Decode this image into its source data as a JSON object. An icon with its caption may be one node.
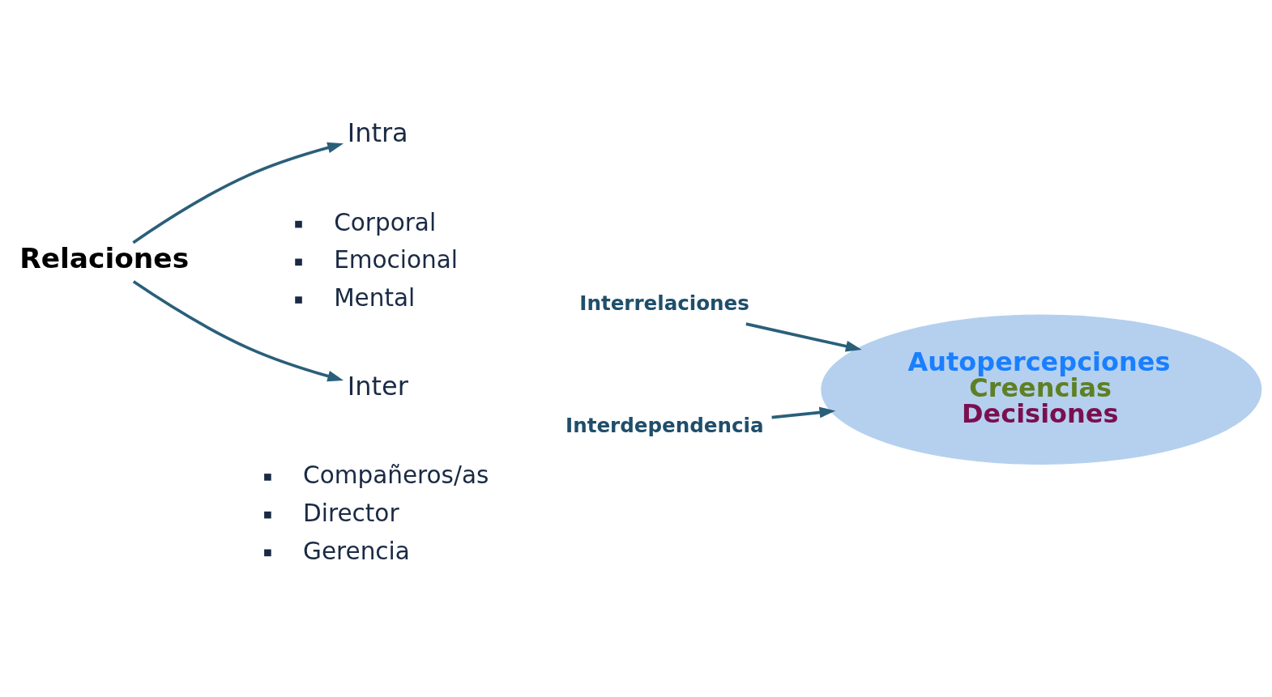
{
  "diagram": {
    "nodes": [
      {
        "text": [
          "Relaciones"
        ]
      },
      {
        "text": [
          "Intra"
        ],
        "beside": [
          "Corporal",
          "Emocional",
          "Mental"
        ]
      },
      {
        "text": [
          "Inter"
        ],
        "beside": [
          "Compañeros/as",
          "Director",
          "Gerencia"
        ]
      },
      {
        "text": [
          "Interrelaciones"
        ]
      },
      {
        "text": [
          "Interdependencia"
        ]
      },
      {
        "text": [
          "Autopercepciones",
          "Creencias",
          "Decisiones"
        ]
      }
    ],
    "edges": [
      {
        "from": 0,
        "to": 1,
        "arrow": "to"
      },
      {
        "from": 0,
        "to": 2,
        "arrow": "to"
      },
      {
        "from": 3,
        "to": 5,
        "arrow": "to"
      },
      {
        "from": 4,
        "to": 5,
        "arrow": "to"
      }
    ]
  }
}
